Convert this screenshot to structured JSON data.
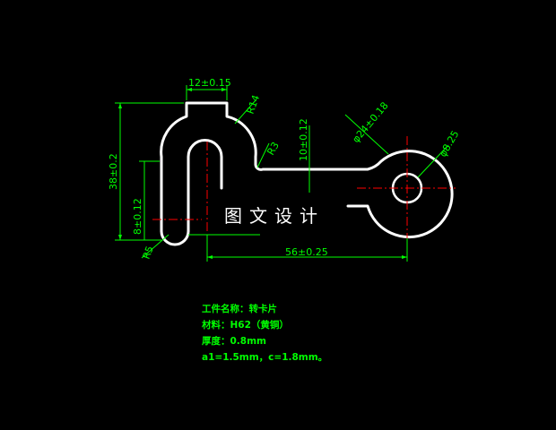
{
  "drawing": {
    "dimensions": {
      "width_top": "12±0.15",
      "radius_top": "R14",
      "radius_mid": "R3",
      "vertical_offset": "10±0.12",
      "hole_outer": "φ24±0.18",
      "hole_inner": "φ8.25",
      "total_height": "38±0.2",
      "slot_height": "8±0.12",
      "radius_bottom": "R5",
      "length": "56±0.25"
    },
    "watermark": "图文设计",
    "notes": {
      "part_name": "工件名称：转卡片",
      "material": "材料：H62（黄铜）",
      "thickness": "厚度：0.8mm",
      "clearance": "a1=1.5mm，c=1.8mm。"
    }
  },
  "colors": {
    "part_outline": "#ffffff",
    "dimension": "#00ff00",
    "centerline": "#ff0000",
    "background": "#000000"
  }
}
